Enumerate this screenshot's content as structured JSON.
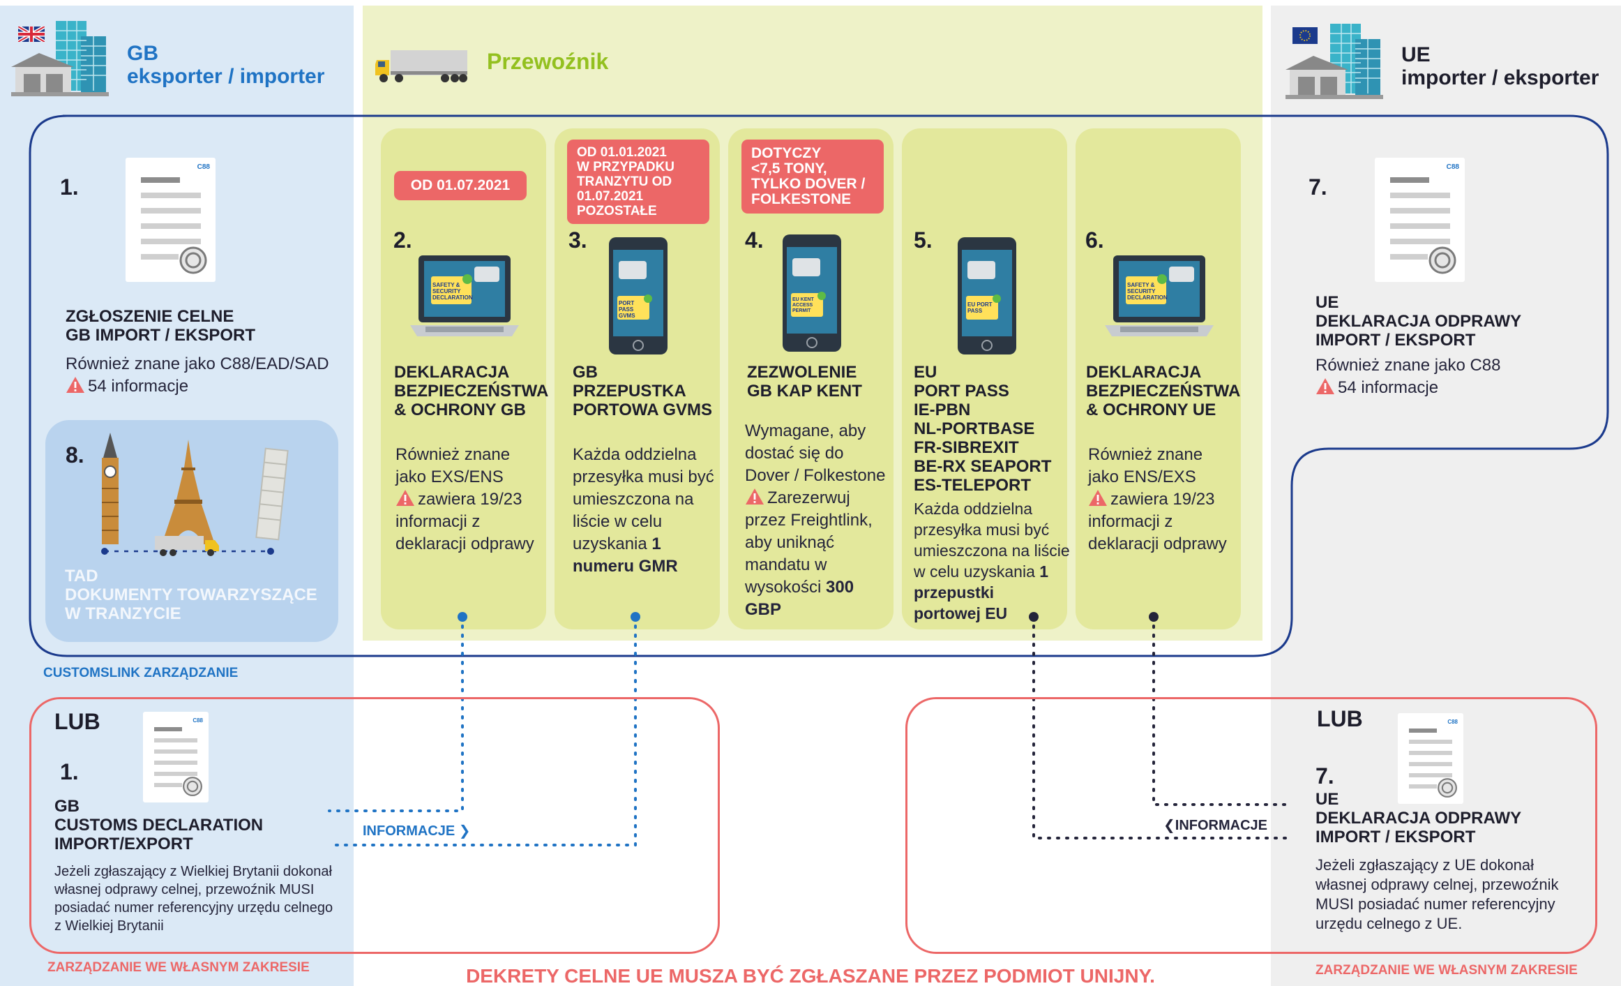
{
  "gb_column": {
    "title_line1": "GB",
    "title_line2": "eksporter / importer",
    "flag": "uk-flag"
  },
  "carrier_column": {
    "title": "Przewoźnik",
    "vehicle_icon": "truck-icon"
  },
  "ue_column": {
    "title_line1": "UE",
    "title_line2": "importer / eksporter",
    "flag": "eu-flag"
  },
  "step1": {
    "number": "1.",
    "doc_tag": "C88",
    "heading_line1": "ZGŁOSZENIE CELNE",
    "heading_line2": "GB IMPORT / EKSPORT",
    "text_line1": "Również znane jako C88/EAD/SAD",
    "text_line2": "54 informacje"
  },
  "step8": {
    "number": "8.",
    "heading_line1": "TAD",
    "heading_line2": "DOKUMENTY TOWARZYSZĄCE",
    "heading_line3": "W TRANZYCIE"
  },
  "customslink_label": "CUSTOMSLINK ZARZĄDZANIE",
  "step2": {
    "badge": "OD 01.07.2021",
    "number": "2.",
    "screen_text": "SAFETY & SECURITY DECLARATION",
    "heading_line1": "DEKLARACJA",
    "heading_line2": "BEZPIECZEŃSTWA",
    "heading_line3": "& OCHRONY GB",
    "text_line1": "Również znane",
    "text_line2": "jako EXS/ENS",
    "text_line3": "zawiera 19/23",
    "text_line4": "informacji z",
    "text_line5": "deklaracji odprawy"
  },
  "step3": {
    "badge_line1": "OD 01.01.2021",
    "badge_line2": "W PRZYPADKU",
    "badge_line3": "TRANZYTU OD",
    "badge_line4": "01.07.2021",
    "badge_line5": "POZOSTAŁE",
    "number": "3.",
    "screen_text": "PORT PASS GVMS",
    "heading_line1": "GB",
    "heading_line2": "PRZEPUSTKA",
    "heading_line3": "PORTOWA GVMS",
    "text_line1": "Każda oddzielna",
    "text_line2": "przesyłka musi być",
    "text_line3": "umieszczona na",
    "text_line4": "liście w celu",
    "text_line5": "uzyskania",
    "text_bold1": "1",
    "text_bold2": "numeru GMR"
  },
  "step4": {
    "badge_line1": "DOTYCZY",
    "badge_line2": "<7,5 TONY,",
    "badge_line3": "TYLKO DOVER /",
    "badge_line4": "FOLKESTONE",
    "number": "4.",
    "screen_text": "EU KENT ACCESS PERMIT",
    "heading_line1": "ZEZWOLENIE",
    "heading_line2": "GB KAP KENT",
    "text_line1": "Wymagane, aby",
    "text_line2": "dostać się do",
    "text_line3": "Dover / Folkestone",
    "text_line4": "Zarezerwuj",
    "text_line5": "przez Freightlink,",
    "text_line6": "aby uniknąć",
    "text_line7": "mandatu w",
    "text_line8": "wysokości",
    "text_bold1": "300",
    "text_bold2": "GBP"
  },
  "step5": {
    "number": "5.",
    "screen_text": "EU PORT PASS",
    "heading_line1": "EU",
    "heading_line2": "PORT PASS",
    "heading_line3": "IE-PBN",
    "heading_line4": "NL-PORTBASE",
    "heading_line5": "FR-SIBREXIT",
    "heading_line6": "BE-RX SEAPORT",
    "heading_line7": "ES-TELEPORT",
    "text_line1": "Każda oddzielna",
    "text_line2": "przesyłka musi być",
    "text_line3": "umieszczona na liście",
    "text_line4": "w celu uzyskania",
    "text_bold1": "1",
    "text_bold2": "przepustki",
    "text_bold3": "portowej EU"
  },
  "step6": {
    "number": "6.",
    "screen_text": "SAFETY & SECURITY DECLARATION",
    "heading_line1": "DEKLARACJA",
    "heading_line2": "BEZPIECZEŃSTWA",
    "heading_line3": "& OCHRONY UE",
    "text_line1": "Również znane",
    "text_line2": "jako ENS/EXS",
    "text_line3": "zawiera 19/23",
    "text_line4": "informacji z",
    "text_line5": "deklaracji odprawy"
  },
  "step7": {
    "number": "7.",
    "doc_tag": "C88",
    "heading_line1": "UE",
    "heading_line2": "DEKLARACJA ODPRAWY",
    "heading_line3": "IMPORT / EKSPORT",
    "text_line1": "Również znane jako C88",
    "text_line2": "54 informacje"
  },
  "or_gb": {
    "or_label": "LUB",
    "number": "1.",
    "doc_tag": "C88",
    "heading_line1": "GB",
    "heading_line2": "CUSTOMS DECLARATION",
    "heading_line3": "IMPORT/EXPORT",
    "text_line1": "Jeżeli zgłaszający z Wielkiej Brytanii dokonał",
    "text_line2": "własnej odprawy celnej, przewoźnik MUSI",
    "text_line3": "posiadać numer referencyjny urzędu celnego",
    "text_line4": "z Wielkiej Brytanii",
    "caption": "ZARZĄDZANIE WE WŁASNYM ZAKRESIE",
    "info_label": "INFORMACJE"
  },
  "or_ue": {
    "or_label": "LUB",
    "number": "7.",
    "doc_tag": "C88",
    "heading_line1": "UE",
    "heading_line2": "DEKLARACJA ODPRAWY",
    "heading_line3": "IMPORT / EKSPORT",
    "text_line1": "Jeżeli zgłaszający z UE dokonał",
    "text_line2": "własnej odprawy celnej, przewoźnik",
    "text_line3": "MUSI posiadać numer referencyjny",
    "text_line4": "urzędu celnego z UE.",
    "caption": "ZARZĄDZANIE WE WŁASNYM ZAKRESIE",
    "info_label": "INFORMACJE"
  },
  "footer": "DEKRETY CELNE UE MUSZA BYĆ ZGŁASZANE PRZEZ PODMIOT UNIJNY.",
  "colors": {
    "navy": "#1b3a8c",
    "blue": "#1f73c4",
    "red": "#ec6767",
    "green": "#93c01f",
    "gb_bg": "#dbe9f6",
    "carrier_bg": "#eef2c8",
    "card_bg": "#e3e89c",
    "ue_bg": "#efefef"
  }
}
